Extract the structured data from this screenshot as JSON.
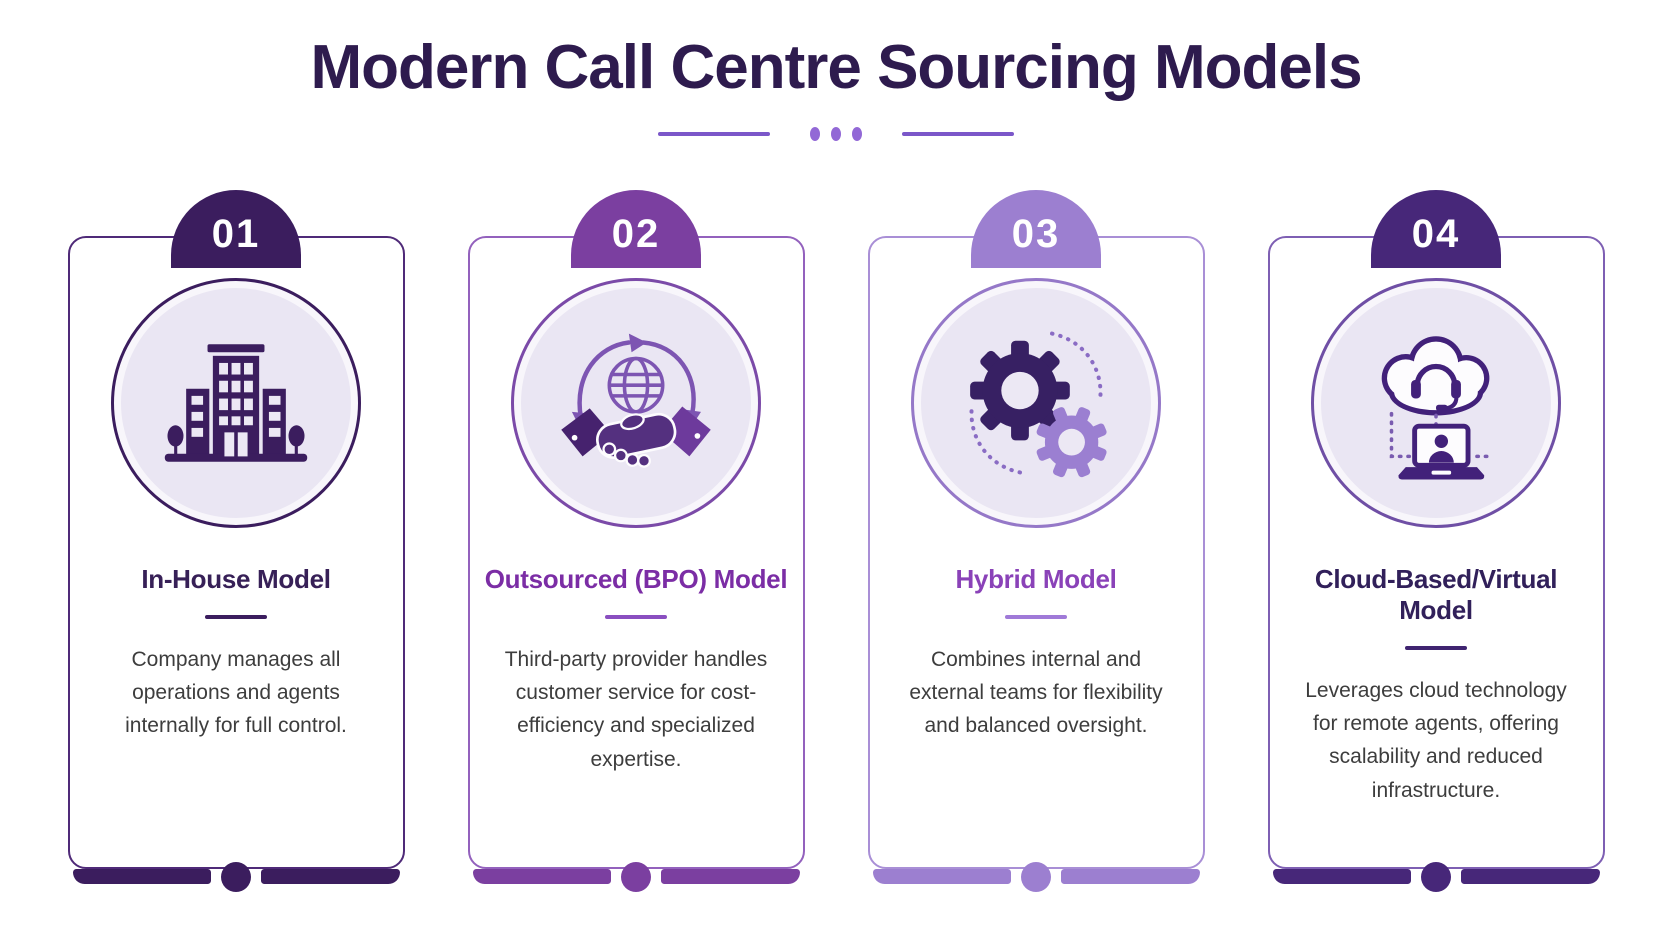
{
  "header": {
    "title": "Modern Call Centre Sourcing Models",
    "title_color": "#2e1b4e",
    "divider": {
      "line_color": "#7b57c9",
      "dot_color": "#9268d6"
    }
  },
  "cards": [
    {
      "number": "01",
      "title": "In-House Model",
      "description": "Company manages all operations and agents internally for full control.",
      "icon": "office-building-icon",
      "colors": {
        "accent": "#3b1d5e",
        "border": "#4f2a78",
        "circle_border": "#3b1d5e",
        "title": "#372057",
        "divider": "#3b1d5e"
      }
    },
    {
      "number": "02",
      "title": "Outsourced (BPO) Model",
      "description": "Third-party provider handles customer service for cost-efficiency and specialized expertise.",
      "icon": "globe-handshake-icon",
      "colors": {
        "accent": "#7b3fa0",
        "border": "#9361bd",
        "circle_border": "#7b4aa8",
        "title": "#7b2da5",
        "divider": "#8a4fc0"
      }
    },
    {
      "number": "03",
      "title": "Hybrid Model",
      "description": "Combines internal and external teams for flexibility and balanced oversight.",
      "icon": "gears-icon",
      "colors": {
        "accent": "#9c7fd0",
        "border": "#a98fd6",
        "circle_border": "#9578c8",
        "title": "#8a42b8",
        "divider": "#a07ad8"
      }
    },
    {
      "number": "04",
      "title": "Cloud-Based/Virtual Model",
      "description": "Leverages cloud technology for remote agents, offering scalability and reduced infrastructure.",
      "icon": "cloud-agent-icon",
      "colors": {
        "accent": "#472779",
        "border": "#7e5fb3",
        "circle_border": "#6f4fa5",
        "title": "#31205a",
        "divider": "#3f2470"
      }
    }
  ]
}
